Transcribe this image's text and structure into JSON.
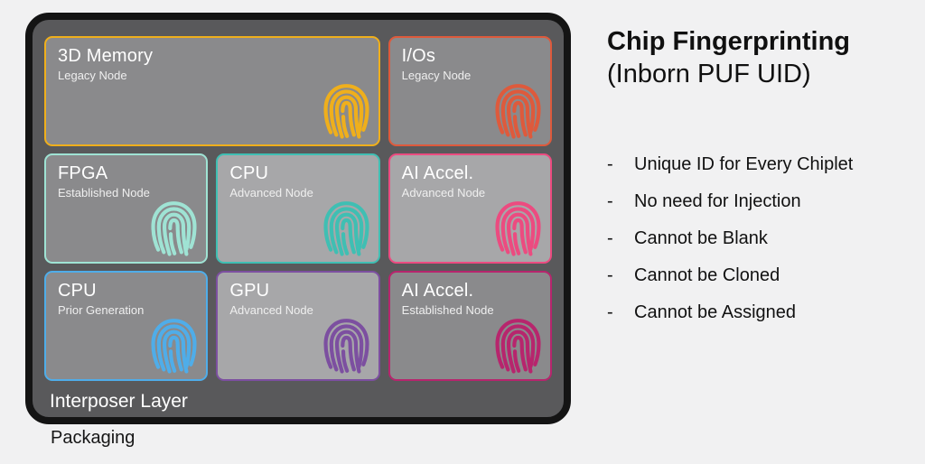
{
  "colors": {
    "bg": "#F1F1F2",
    "package-border": "#141414",
    "interposer": "#59595B",
    "tile-dark": "#8A8A8C",
    "tile-light": "#A7A7A9"
  },
  "heading": {
    "line1": "Chip Fingerprinting",
    "line2": "(Inborn PUF UID)"
  },
  "bullets": [
    {
      "marker": "-",
      "text": "Unique ID for Every Chiplet"
    },
    {
      "marker": "-",
      "text": "No need for Injection"
    },
    {
      "marker": "-",
      "text": "Cannot be Blank"
    },
    {
      "marker": "-",
      "text": "Cannot be Cloned"
    },
    {
      "marker": "-",
      "text": "Cannot be Assigned"
    }
  ],
  "package": {
    "interposer_label": "Interposer Layer",
    "packaging_label": "Packaging",
    "chiplets": [
      {
        "name": "3D Memory",
        "node": "Legacy Node",
        "accent": "#EFAF1C",
        "tone": "dark"
      },
      {
        "name": "I/Os",
        "node": "Legacy Node",
        "accent": "#DE5A3C",
        "tone": "dark"
      },
      {
        "name": "FPGA",
        "node": "Established Node",
        "accent": "#9FE3D4",
        "tone": "dark"
      },
      {
        "name": "CPU",
        "node": "Advanced Node",
        "accent": "#3FBFB3",
        "tone": "light"
      },
      {
        "name": "AI Accel.",
        "node": "Advanced Node",
        "accent": "#EC4B80",
        "tone": "light"
      },
      {
        "name": "CPU",
        "node": "Prior Generation",
        "accent": "#4FADE9",
        "tone": "dark"
      },
      {
        "name": "GPU",
        "node": "Advanced Node",
        "accent": "#7C4FA0",
        "tone": "light"
      },
      {
        "name": "AI Accel.",
        "node": "Established Node",
        "accent": "#B7256D",
        "tone": "dark"
      }
    ]
  }
}
